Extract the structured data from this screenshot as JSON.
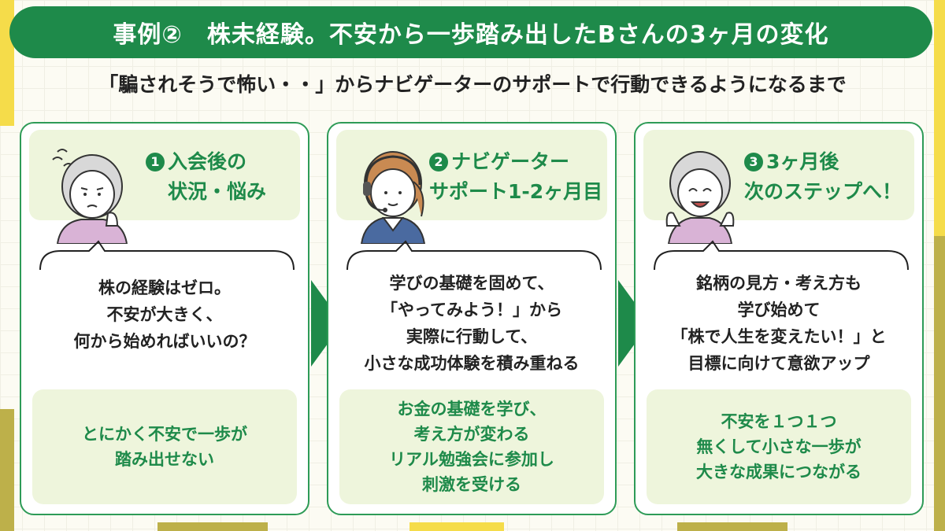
{
  "title": "事例②　株未経験。不安から一歩踏み出したBさんの3ヶ月の変化",
  "subtitle": "「騙されそうで怖い・・」からナビゲーターのサポートで行動できるようになるまで",
  "colors": {
    "accent": "#1e8a4a",
    "head_bg": "#eef5dc",
    "stripe_yellow": "#f5dc4a",
    "stripe_olive": "#bdb04a"
  },
  "cards": [
    {
      "num": "1",
      "title_lines": [
        "入会後の",
        "状況・悩み"
      ],
      "body_lines": [
        "株の経験はゼロ。",
        "不安が大きく、",
        "何から始めればいいの？"
      ],
      "foot_lines": [
        "とにかく不安で一歩が",
        "踏み出せない"
      ],
      "avatar_icon": "worried-senior-woman-icon"
    },
    {
      "num": "2",
      "title_lines": [
        "ナビゲーター",
        "サポート1-2ヶ月目"
      ],
      "body_lines": [
        "学びの基礎を固めて、",
        "「やってみよう！」から",
        "実際に行動して、",
        "小さな成功体験を積み重ねる"
      ],
      "foot_lines": [
        "お金の基礎を学び、",
        "考え方が変わる",
        "リアル勉強会に参加し",
        "刺激を受ける"
      ],
      "avatar_icon": "navigator-headset-woman-icon"
    },
    {
      "num": "3",
      "title_lines": [
        "3ヶ月後",
        "次のステップへ！"
      ],
      "body_lines": [
        "銘柄の見方・考え方も",
        "学び始めて",
        "「株で人生を変えたい！」と",
        "目標に向けて意欲アップ"
      ],
      "foot_lines": [
        "不安を１つ１つ",
        "無くして小さな一歩が",
        "大きな成果につながる"
      ],
      "avatar_icon": "happy-senior-woman-icon"
    }
  ]
}
